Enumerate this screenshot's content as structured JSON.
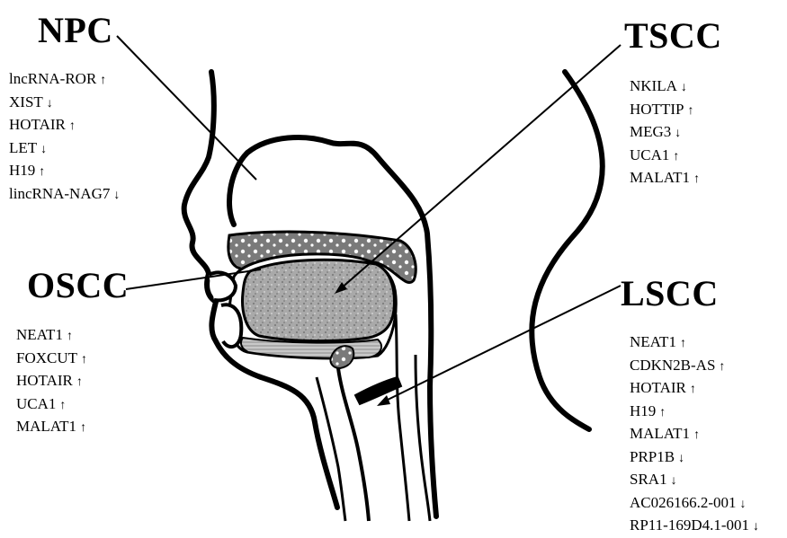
{
  "sections": {
    "npc": {
      "title": "NPC",
      "items": [
        {
          "name": "lncRNA-ROR",
          "arrow": "↑"
        },
        {
          "name": "XIST",
          "arrow": "↓"
        },
        {
          "name": "HOTAIR",
          "arrow": "↑"
        },
        {
          "name": "LET",
          "arrow": "↓"
        },
        {
          "name": "H19",
          "arrow": "↑"
        },
        {
          "name": "lincRNA-NAG7",
          "arrow": "↓"
        }
      ]
    },
    "tscc": {
      "title": "TSCC",
      "items": [
        {
          "name": "NKILA",
          "arrow": "↓"
        },
        {
          "name": "HOTTIP",
          "arrow": "↑"
        },
        {
          "name": "MEG3",
          "arrow": "↓"
        },
        {
          "name": "UCA1",
          "arrow": "↑"
        },
        {
          "name": "MALAT1",
          "arrow": "↑"
        }
      ]
    },
    "oscc": {
      "title": "OSCC",
      "items": [
        {
          "name": "NEAT1",
          "arrow": "↑"
        },
        {
          "name": "FOXCUT",
          "arrow": "↑"
        },
        {
          "name": "HOTAIR",
          "arrow": "↑"
        },
        {
          "name": "UCA1",
          "arrow": "↑"
        },
        {
          "name": "MALAT1",
          "arrow": "↑"
        }
      ]
    },
    "lscc": {
      "title": "LSCC",
      "items": [
        {
          "name": "NEAT1",
          "arrow": "↑"
        },
        {
          "name": "CDKN2B-AS",
          "arrow": "↑"
        },
        {
          "name": "HOTAIR",
          "arrow": "↑"
        },
        {
          "name": "H19",
          "arrow": "↑"
        },
        {
          "name": "MALAT1",
          "arrow": "↑"
        },
        {
          "name": "PRP1B",
          "arrow": "↓"
        },
        {
          "name": "SRA1",
          "arrow": "↓"
        },
        {
          "name": "AC026166.2-001",
          "arrow": "↓"
        },
        {
          "name": "RP11-169D4.1-001",
          "arrow": "↓"
        }
      ]
    }
  },
  "colors": {
    "line": "#000000",
    "tissue_gray": "#9a9a9a",
    "tongue_fill": "#a8a8a8",
    "muscle_fill": "#bdbdbd"
  }
}
